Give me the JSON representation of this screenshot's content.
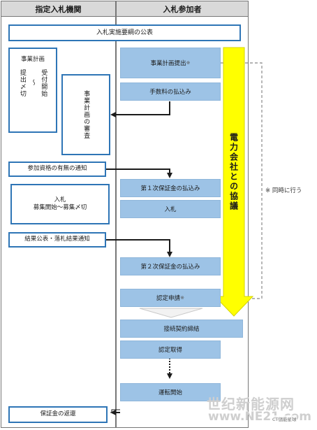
{
  "headers": {
    "left": "指定入札機関",
    "right": "入札参加者"
  },
  "left_boxes": {
    "announce": "入札実施要綱の公表",
    "plan_label_top": "事業計画",
    "plan_receipt": "受付開始",
    "plan_deadline": "提出〆切",
    "plan_wave": "〜",
    "plan_review": "事業計画の審査",
    "qualification_notice": "参加資格の有無の通知",
    "bid_recruit_line1": "入札",
    "bid_recruit_line2": "募集開始〜募集〆切",
    "result_notice": "結果公表・落札結果通知",
    "deposit_return": "保証金の返還"
  },
  "right_boxes": {
    "plan_submit": "事業計画提出",
    "plan_submit_mark": "※",
    "fee_payment": "手数料の払込み",
    "first_deposit": "第１次保証金の払込み",
    "bid": "入札",
    "second_deposit": "第２次保証金の払込み",
    "cert_apply": "認定申請",
    "cert_apply_mark": "※",
    "grid_contract": "接続契約締結",
    "cert_acquire": "認定取得",
    "operation_start": "運転開始"
  },
  "utility": {
    "label": "電力会社との協議"
  },
  "side_note": "※ 同時に行う",
  "watermark": {
    "site_name": "世纪新能源网",
    "url": "www.NE21.com",
    "badge": "CT儲能星球"
  },
  "colors": {
    "accent_border": "#2e75b6",
    "box_fill": "#9dc3e6",
    "arrow_yellow": "#ffff00",
    "header_fill": "#d9d9d9"
  }
}
